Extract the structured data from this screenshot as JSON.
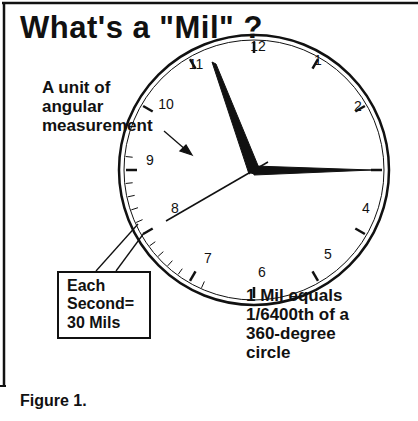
{
  "diagram": {
    "title": "What's a \"Mil\" ?",
    "caption": "Figure 1.",
    "nodes": [
      {
        "text": [
          "Each Second= 30 Mils"
        ]
      }
    ],
    "labels": [
      "A unit of angular measurement",
      "1 Mil equals 1/6400th of a 360-degree circle",
      "12",
      "1",
      "2",
      "4",
      "5",
      "6",
      "7",
      "8",
      "9",
      "10",
      "11"
    ]
  }
}
